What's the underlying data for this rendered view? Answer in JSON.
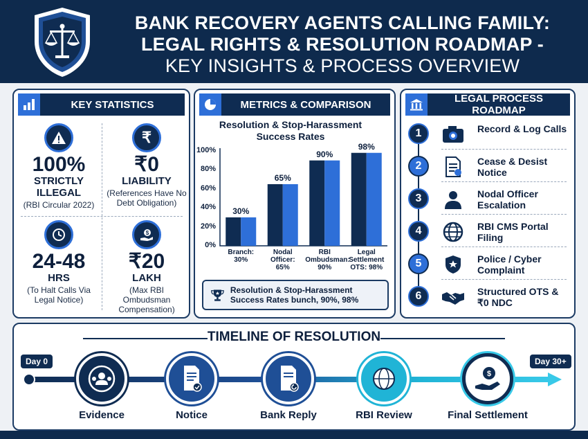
{
  "header": {
    "title_line1": "BANK RECOVERY AGENTS CALLING FAMILY:",
    "title_line2": "LEGAL RIGHTS & RESOLUTION ROADMAP -",
    "title_line3": "KEY INSIGHTS & PROCESS OVERVIEW",
    "logo_icon": "scales-of-justice-shield-icon"
  },
  "stats": {
    "heading": "KEY STATISTICS",
    "items": [
      {
        "icon": "warning-icon",
        "value": "100%",
        "label": "STRICTLY ILLEGAL",
        "note": "(RBI Circular 2022)"
      },
      {
        "icon": "rupee-icon",
        "value": "₹0",
        "label": "LIABILITY",
        "note": "(References Have No Debt Obligation)"
      },
      {
        "icon": "clock-icon",
        "value": "24-48",
        "label": "HRS",
        "note": "(To Halt Calls Via Legal Notice)"
      },
      {
        "icon": "money-hand-icon",
        "value": "₹20",
        "label": "LAKH",
        "note": "(Max RBI Ombudsman Compensation)"
      }
    ]
  },
  "metrics": {
    "heading": "METRICS & COMPARISON",
    "note": "Resolution & Stop-Harassment Success Rates bunch, 90%, 98%"
  },
  "chart_data": {
    "type": "bar",
    "title": "Resolution & Stop-Harassment Success Rates",
    "categories": [
      "Branch: 30%",
      "Nodal Officer: 65%",
      "RBI Ombudsman: 90%",
      "Legal Settlement OTS: 98%"
    ],
    "category_lines": [
      [
        "Branch:",
        "30%"
      ],
      [
        "Nodal",
        "Officer:",
        "65%"
      ],
      [
        "RBI",
        "Ombudsman:",
        "90%"
      ],
      [
        "Legal",
        "Settlement",
        "OTS: 98%"
      ]
    ],
    "values": [
      30,
      65,
      90,
      98
    ],
    "value_labels": [
      "30%",
      "65%",
      "90%",
      "98%"
    ],
    "yticks": [
      "0%",
      "20%",
      "40%",
      "60%",
      "80%",
      "100%"
    ],
    "ylim": [
      0,
      100
    ],
    "colors": {
      "dark": "#0f2c52",
      "light": "#2e6fd8"
    }
  },
  "roadmap": {
    "heading": "LEGAL PROCESS ROADMAP",
    "steps": [
      {
        "num": "1",
        "icon": "camera-icon",
        "text": "Record & Log Calls"
      },
      {
        "num": "2",
        "icon": "document-icon",
        "text": "Cease & Desist Notice"
      },
      {
        "num": "3",
        "icon": "person-icon",
        "text": "Nodal Officer Escalation"
      },
      {
        "num": "4",
        "icon": "globe-icon",
        "text": "RBI CMS Portal Filing"
      },
      {
        "num": "5",
        "icon": "police-badge-icon",
        "text": "Police / Cyber Complaint"
      },
      {
        "num": "6",
        "icon": "handshake-icon",
        "text": "Structured OTS & ₹0 NDC"
      }
    ]
  },
  "timeline": {
    "title": "TIMELINE OF RESOLUTION",
    "start": "Day 0",
    "end": "Day 30+",
    "stages": [
      {
        "label": "Evidence",
        "icon": "evidence-icon"
      },
      {
        "label": "Notice",
        "icon": "notice-document-icon"
      },
      {
        "label": "Bank Reply",
        "icon": "reply-document-icon"
      },
      {
        "label": "RBI Review",
        "icon": "rbi-globe-icon"
      },
      {
        "label": "Final Settlement",
        "icon": "settlement-hand-icon"
      }
    ]
  }
}
